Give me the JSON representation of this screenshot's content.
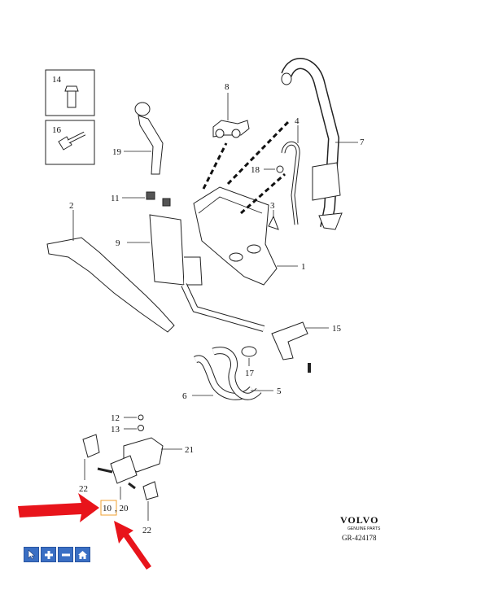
{
  "labels": {
    "l14": "14",
    "l16": "16",
    "l8": "8",
    "l4": "4",
    "l7": "7",
    "l19": "19",
    "l18": "18",
    "l11": "11",
    "l2": "2",
    "l3": "3",
    "l9": "9",
    "l1": "1",
    "l15": "15",
    "l17": "17",
    "l6": "6",
    "l5": "5",
    "l12": "12",
    "l13": "13",
    "l21": "21",
    "l22a": "22",
    "l10": "10",
    "l20": ", 20",
    "l22b": "22"
  },
  "brand": {
    "name": "VOLVO",
    "subtitle": "GENUINE PARTS",
    "code": "GR-424178"
  },
  "toolbar": {
    "icons": [
      "cursor-icon",
      "zoom-in-icon",
      "zoom-out-icon",
      "home-icon"
    ]
  },
  "colors": {
    "arrow": "#e8141b",
    "highlight_box": "#f0a030",
    "toolbar": "#3a6fc4"
  }
}
